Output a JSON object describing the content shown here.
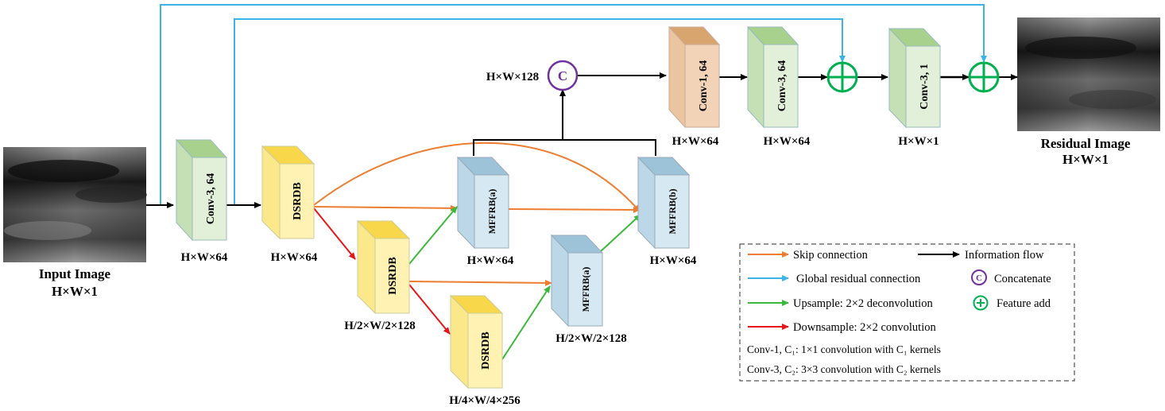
{
  "colors": {
    "skip": "#ED7D31",
    "info": "#000000",
    "global": "#3DB4E8",
    "upsample": "#3CB83C",
    "downsample": "#E8161A",
    "concat": "#7030A0",
    "add": "#00B050",
    "conv3": "#E2F0D9",
    "conv1": "#F2D3B8",
    "dsrdb": "#FFF2B3",
    "mffrb": "#D6E9F2"
  },
  "input_image": {
    "label": "Input Image",
    "dim": "H×W×1"
  },
  "residual_image": {
    "label": "Residual Image",
    "dim": "H×W×1"
  },
  "blocks": {
    "conv3_a": {
      "label": "Conv-3, 64",
      "dim": "H×W×64"
    },
    "dsrdb_1": {
      "label": "DSRDB",
      "dim": "H×W×64"
    },
    "dsrdb_2": {
      "label": "DSRDB",
      "dim": "H/2×W/2×128"
    },
    "dsrdb_3": {
      "label": "DSRDB",
      "dim": "H/4×W/4×256"
    },
    "mffrb_a1": {
      "label": "MFFRB(a)",
      "dim": "H×W×64"
    },
    "mffrb_a2": {
      "label": "MFFRB(a)",
      "dim": "H/2×W/2×128"
    },
    "mffrb_b": {
      "label": "MFFRB(b)",
      "dim": "H×W×64"
    },
    "conv1": {
      "label": "Conv-1, 64",
      "dim": "H×W×64"
    },
    "conv3_b": {
      "label": "Conv-3, 64",
      "dim": "H×W×64"
    },
    "conv3_c": {
      "label": "Conv-3, 1",
      "dim": "H×W×1"
    }
  },
  "concat_node": {
    "symbol": "C",
    "dim": "H×W×128"
  },
  "legend": {
    "skip": "Skip connection",
    "info": "Information flow",
    "global": "Global residual connection",
    "concat": "Concatenate",
    "upsample": "Upsample:  2×2  deconvolution",
    "add": "Feature add",
    "downsample": "Downsample:  2×2 convolution",
    "conv1_note": "Conv-1, C₁: 1×1 convolution with C₁ kernels",
    "conv3_note": "Conv-3, C₂: 3×3 convolution with C₂ kernels"
  }
}
